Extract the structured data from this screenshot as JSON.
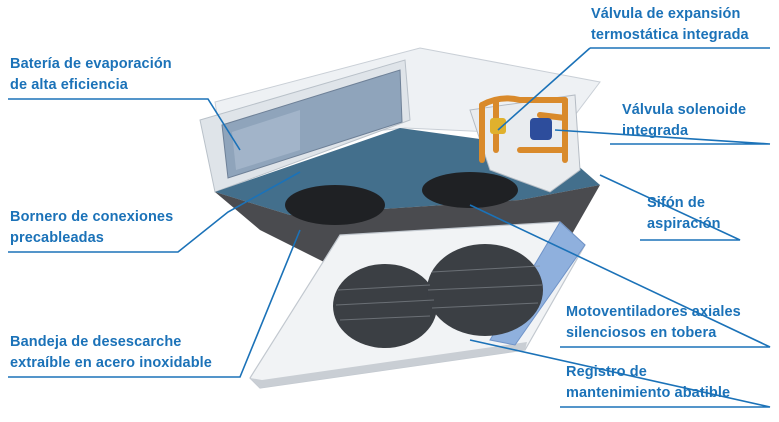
{
  "colors": {
    "label_text": "#1b72b8",
    "leader_line": "#1b72b8",
    "unit_body": "#e4e8ec",
    "unit_shadow": "#b7bec6",
    "coil": "#8fa4bb",
    "blue_panel": "#2f5f7f",
    "grille": "#3b3f44",
    "copper_pipe": "#d98a2b",
    "blue_strip": "#8fb0dd"
  },
  "labels": {
    "battery": [
      "Batería de evaporación",
      "de alta eficiencia"
    ],
    "terminal": [
      "Bornero de conexiones",
      "precableadas"
    ],
    "tray": [
      "Bandeja de desescarche",
      "extraíble en acero inoxidable"
    ],
    "expansion_valve": [
      "Válvula de expansión",
      "termostática integrada"
    ],
    "solenoid_valve": [
      "Válvula solenoide",
      "integrada"
    ],
    "siphon": [
      "Sifón de",
      "aspiración"
    ],
    "fans": [
      "Motoventiladores axiales",
      "silenciosos en tobera"
    ],
    "hatch": [
      "Registro de",
      "mantenimiento abatible"
    ]
  }
}
